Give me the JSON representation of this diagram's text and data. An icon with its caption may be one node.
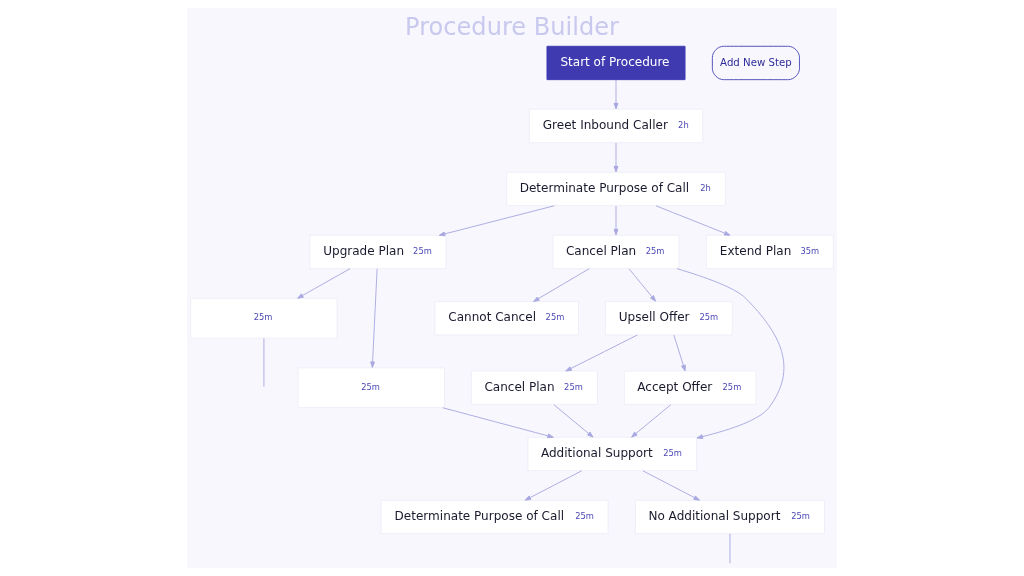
{
  "diagram": {
    "title": "Procedure Builder",
    "nodes": [
      {
        "text": [
          "Start of Procedure"
        ]
      },
      {
        "text": [
          "Greet Inbound Caller",
          "2h"
        ]
      },
      {
        "text": [
          "Determinate Purpose of Call",
          "2h"
        ]
      },
      {
        "text": [
          "Upgrade Plan",
          "25m"
        ]
      },
      {
        "text": [
          "Cancel Plan",
          "25m"
        ]
      },
      {
        "text": [
          "Extend Plan",
          "35m"
        ]
      },
      {
        "text": [
          "25m"
        ]
      },
      {
        "text": [
          "25m"
        ]
      },
      {
        "text": [
          "Cannot Cancel",
          "25m"
        ]
      },
      {
        "text": [
          "Upsell Offer",
          "25m"
        ]
      },
      {
        "text": [
          "Cancel Plan",
          "25m"
        ]
      },
      {
        "text": [
          "Accept Offer",
          "25m"
        ]
      },
      {
        "text": [
          "Additional Support",
          "25m"
        ]
      },
      {
        "text": [
          "Determinate Purpose of Call",
          "25m"
        ]
      },
      {
        "text": [
          "No Additional Support",
          "25m"
        ]
      }
    ],
    "edges": [
      {
        "from": 0,
        "to": 1,
        "arrow": "to"
      },
      {
        "from": 1,
        "to": 2,
        "arrow": "to"
      },
      {
        "from": 2,
        "to": 3,
        "arrow": "to"
      },
      {
        "from": 2,
        "to": 4,
        "arrow": "to"
      },
      {
        "from": 2,
        "to": 5,
        "arrow": "to"
      },
      {
        "from": 3,
        "to": 6,
        "arrow": "to"
      },
      {
        "from": 3,
        "to": 7,
        "arrow": "to"
      },
      {
        "from": 4,
        "to": 8,
        "arrow": "to"
      },
      {
        "from": 4,
        "to": 9,
        "arrow": "to"
      },
      {
        "from": 9,
        "to": 10,
        "arrow": "to"
      },
      {
        "from": 9,
        "to": 11,
        "arrow": "to"
      },
      {
        "from": 4,
        "to": 12,
        "arrow": "to"
      },
      {
        "from": 7,
        "to": 12,
        "arrow": "to"
      },
      {
        "from": 10,
        "to": 12,
        "arrow": "to"
      },
      {
        "from": 11,
        "to": 12,
        "arrow": "to"
      },
      {
        "from": 12,
        "to": 13,
        "arrow": "to"
      },
      {
        "from": 12,
        "to": 14,
        "arrow": "to"
      },
      {
        "from": 6,
        "to": null,
        "arrow": "none"
      },
      {
        "from": 14,
        "to": null,
        "arrow": "none"
      }
    ],
    "labels": [
      "Add New Step"
    ]
  }
}
